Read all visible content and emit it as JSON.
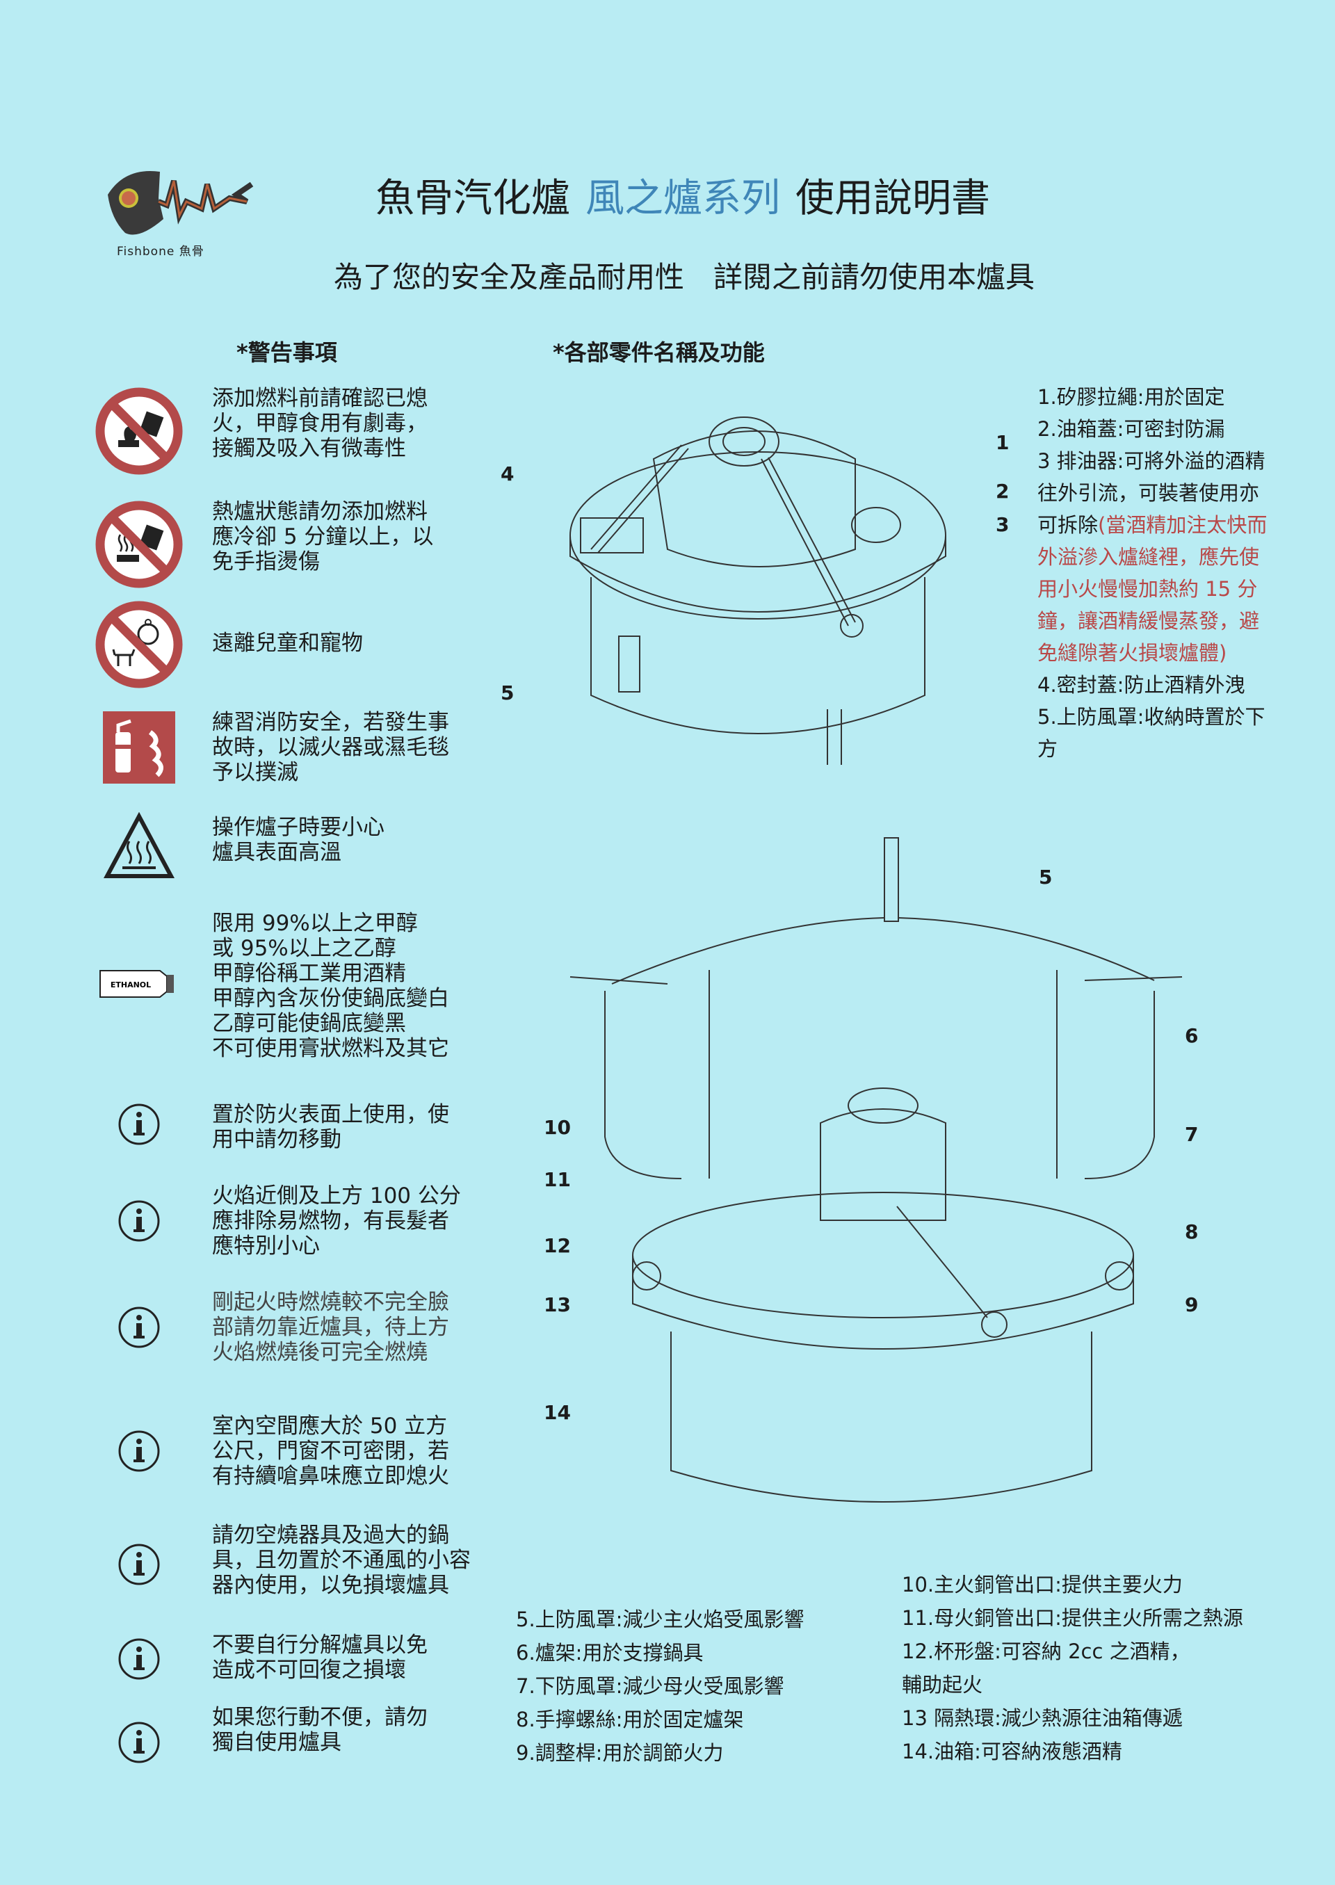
{
  "header": {
    "logo_text": "Fishbone  魚骨",
    "title_part1": "魚骨汽化爐",
    "title_series": "風之爐系列",
    "title_part2": "使用說明書",
    "subtitle": "為了您的安全及產品耐用性　詳閱之前請勿使用本爐具"
  },
  "colors": {
    "background": "#b9ecf3",
    "series_blue": "#3f86b8",
    "warning_red": "#b94848",
    "prohibit_red": "#b34a4a"
  },
  "warnings": {
    "heading": "*警告事項",
    "items": [
      {
        "icon": "no-refuel-while-lit-icon",
        "lines": [
          "添加燃料前請確認已熄",
          "火，甲醇食用有劇毒，",
          "接觸及吸入有微毒性"
        ]
      },
      {
        "icon": "no-refuel-while-hot-icon",
        "lines": [
          "熱爐狀態請勿添加燃料",
          "應冷卻 5 分鐘以上，以",
          "免手指燙傷"
        ]
      },
      {
        "icon": "keep-away-children-pets-icon",
        "lines": [
          "遠離兒童和寵物"
        ]
      },
      {
        "icon": "fire-extinguisher-icon",
        "lines": [
          "練習消防安全，若發生事",
          "故時，以滅火器或濕毛毯",
          "予以撲滅"
        ]
      },
      {
        "icon": "hot-surface-warning-icon",
        "lines": [
          "操作爐子時要小心",
          "爐具表面高溫"
        ]
      },
      {
        "icon": "ethanol-bottle-icon",
        "icon_label": "ETHANOL",
        "lines": [
          "限用 99%以上之甲醇",
          "或 95%以上之乙醇",
          "甲醇俗稱工業用酒精",
          "甲醇內含灰份使鍋底變白",
          "乙醇可能使鍋底變黑",
          "不可使用膏狀燃料及其它"
        ]
      },
      {
        "icon": "info-icon",
        "lines": [
          "置於防火表面上使用，使",
          "用中請勿移動"
        ]
      },
      {
        "icon": "info-icon",
        "lines": [
          "火焰近側及上方 100 公分",
          "應排除易燃物，有長髮者",
          "應特別小心"
        ]
      },
      {
        "icon": "info-icon",
        "lines": [
          "剛起火時燃燒較不完全臉",
          "部請勿靠近爐具，待上方",
          "火焰燃燒後可完全燃燒"
        ]
      },
      {
        "icon": "info-icon",
        "lines": [
          "室內空間應大於 50 立方",
          "公尺，門窗不可密閉，若",
          "有持續嗆鼻味應立即熄火"
        ]
      },
      {
        "icon": "info-icon",
        "lines": [
          "請勿空燒器具及過大的鍋",
          "具，且勿置於不通風的小容",
          "器內使用，以免損壞爐具"
        ]
      },
      {
        "icon": "info-icon",
        "lines": [
          "不要自行分解爐具以免",
          "造成不可回復之損壞"
        ]
      },
      {
        "icon": "info-icon",
        "lines": [
          "如果您行動不便，請勿",
          "獨自使用爐具"
        ]
      }
    ]
  },
  "parts": {
    "heading": "*各部零件名稱及功能",
    "top_diagram_callouts": [
      "1",
      "2",
      "3",
      "4",
      "5"
    ],
    "bottom_diagram_callouts": [
      "5",
      "6",
      "7",
      "8",
      "9",
      "10",
      "11",
      "12",
      "13",
      "14"
    ],
    "top_list": [
      {
        "text": "1.矽膠拉繩:用於固定"
      },
      {
        "text": "2.油箱蓋:可密封防漏"
      },
      {
        "text": "3  排油器:可將外溢的酒精"
      },
      {
        "text": "往外引流，可裝著使用亦"
      },
      {
        "text": "可拆除",
        "red": "(當酒精加注太快而"
      },
      {
        "red": "外溢滲入爐縫裡，應先使"
      },
      {
        "red": "用小火慢慢加熱約 15 分"
      },
      {
        "red": "鐘，讓酒精緩慢蒸發，避"
      },
      {
        "red": "免縫隙著火損壞爐體)"
      },
      {
        "text": "4.密封蓋:防止酒精外洩"
      },
      {
        "text": "5.上防風罩:收納時置於下"
      },
      {
        "text": "方"
      }
    ],
    "bottom_list_left": [
      "5.上防風罩:減少主火焰受風影響",
      "6.爐架:用於支撐鍋具",
      "7.下防風罩:減少母火受風影響",
      "8.手擰螺絲:用於固定爐架",
      "9.調整桿:用於調節火力"
    ],
    "bottom_list_right": [
      "10.主火銅管出口:提供主要火力",
      "11.母火銅管出口:提供主火所需之熱源",
      "12.杯形盤:可容納 2cc 之酒精，",
      "輔助起火",
      "13 隔熱環:減少熱源往油箱傳遞",
      "14.油箱:可容納液態酒精"
    ]
  }
}
